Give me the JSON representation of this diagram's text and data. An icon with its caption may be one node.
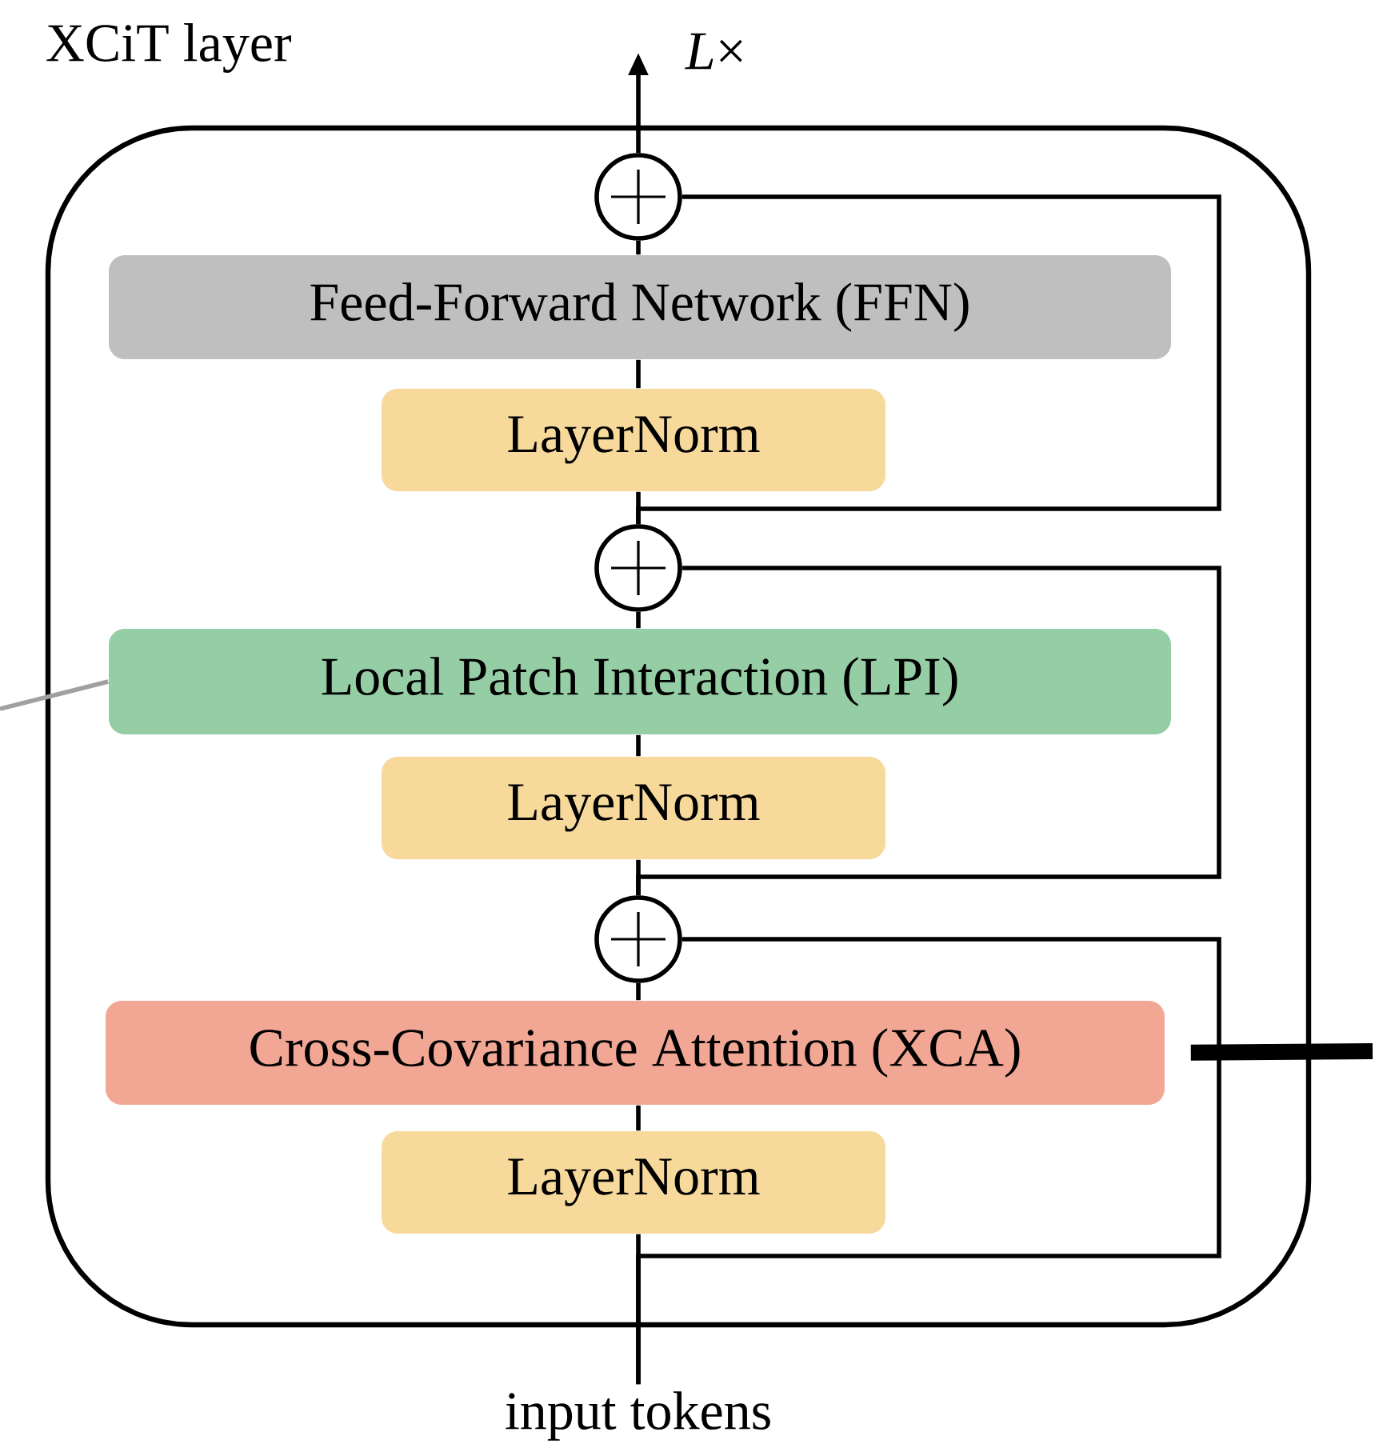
{
  "diagram": {
    "nodes": [
      {
        "text": [
          "XCiT layer"
        ]
      },
      {
        "text": [
          "Feed-Forward Network (FFN)"
        ],
        "in": 0
      },
      {
        "text": [
          "LayerNorm"
        ],
        "in": 0
      },
      {
        "text": [
          "Local Patch Interaction (LPI)"
        ],
        "in": 0
      },
      {
        "text": [
          "LayerNorm"
        ],
        "in": 0
      },
      {
        "text": [
          "Cross-Covariance Attention (XCA)"
        ],
        "in": 0
      },
      {
        "text": [
          "LayerNorm"
        ],
        "in": 0
      },
      {
        "text": [],
        "shape": "circle",
        "in": 0
      },
      {
        "text": [],
        "shape": "circle",
        "in": 0
      },
      {
        "text": [],
        "shape": "circle",
        "in": 0
      },
      {
        "text": [
          "input tokens"
        ]
      }
    ],
    "edges": [
      {
        "from": 10,
        "to": 6,
        "arrow": "none"
      },
      {
        "from": 10,
        "to": 9,
        "arrow": "none"
      },
      {
        "from": 6,
        "to": 5,
        "arrow": "none"
      },
      {
        "from": 5,
        "to": 9,
        "arrow": "none"
      },
      {
        "from": 9,
        "to": 4,
        "arrow": "none"
      },
      {
        "from": 9,
        "to": 8,
        "arrow": "none"
      },
      {
        "from": 4,
        "to": 3,
        "arrow": "none"
      },
      {
        "from": 3,
        "to": 8,
        "arrow": "none"
      },
      {
        "from": 8,
        "to": 2,
        "arrow": "none"
      },
      {
        "from": 8,
        "to": 7,
        "arrow": "none"
      },
      {
        "from": 2,
        "to": 1,
        "arrow": "none"
      },
      {
        "from": 1,
        "to": 7,
        "arrow": "none"
      },
      {
        "from": 7,
        "to": null,
        "arrow": "to"
      },
      {
        "from": null,
        "to": 3,
        "arrow": "none",
        "color": "#a0a0a0"
      },
      {
        "from": 5,
        "to": null,
        "arrow": "none",
        "style": "thick"
      }
    ],
    "labels": [
      "*L*×"
    ]
  }
}
